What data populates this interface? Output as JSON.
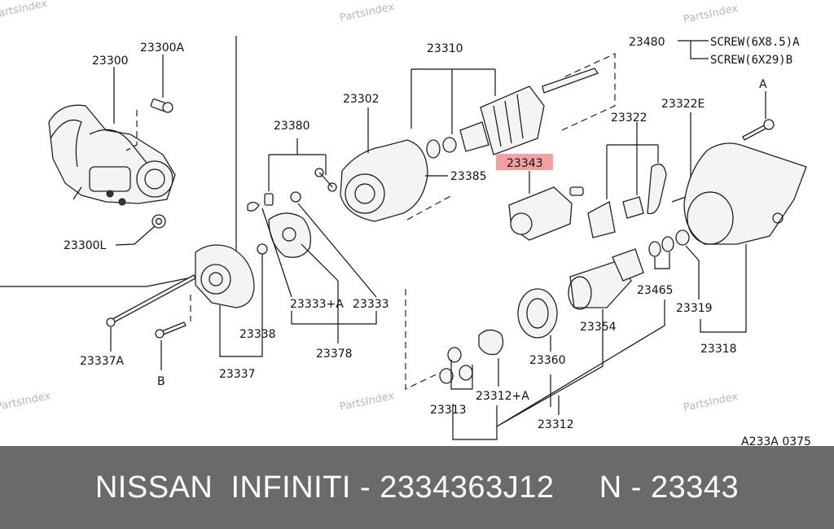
{
  "diagram": {
    "watermark": "PartsIndex",
    "part_numbers": {
      "p23300": "23300",
      "p23300A": "23300A",
      "p23300L": "23300L",
      "p23310": "23310",
      "p23302": "23302",
      "p23380": "23380",
      "p23385": "23385",
      "p23343": "23343",
      "p23322": "23322",
      "p23322E": "23322E",
      "p23480": "23480",
      "p23333A": "23333+A",
      "p23333": "23333",
      "p23378": "23378",
      "p23338": "23338",
      "p23337A": "23337A",
      "p23337": "23337",
      "p23465": "23465",
      "p23319": "23319",
      "p23318": "23318",
      "p23354": "23354",
      "p23360": "23360",
      "p23312A": "23312+A",
      "p23313": "23313",
      "p23312": "23312"
    },
    "screw_notes": [
      "SCREW(6X8.5)A",
      "SCREW(6X29)B"
    ],
    "ref_a": "A",
    "ref_b": "B",
    "drawing_code": "A233A 0375",
    "highlight_color": "#f4a0a0"
  },
  "footer": {
    "text": "NISSAN  INFINITI - 2334363J12     N - 23343",
    "background": "#6a6a6a"
  }
}
